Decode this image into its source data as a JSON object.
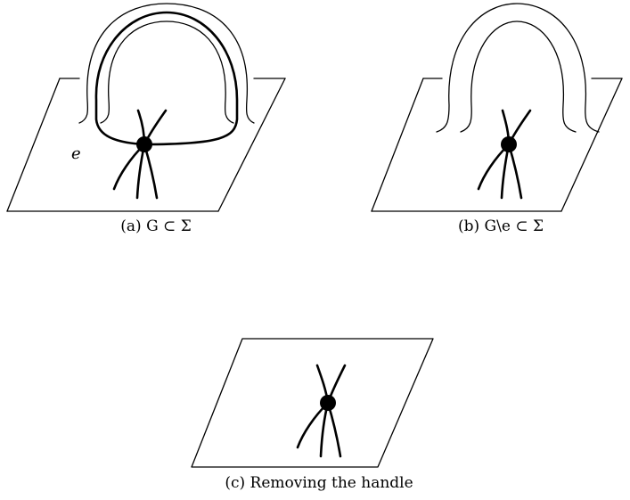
{
  "figures": {
    "a": {
      "caption": "(a) G ⊂ Σ",
      "edge_label": "e"
    },
    "b": {
      "caption": "(b) G\\e ⊂ Σ"
    },
    "c": {
      "caption": "(c) Removing the handle"
    }
  }
}
